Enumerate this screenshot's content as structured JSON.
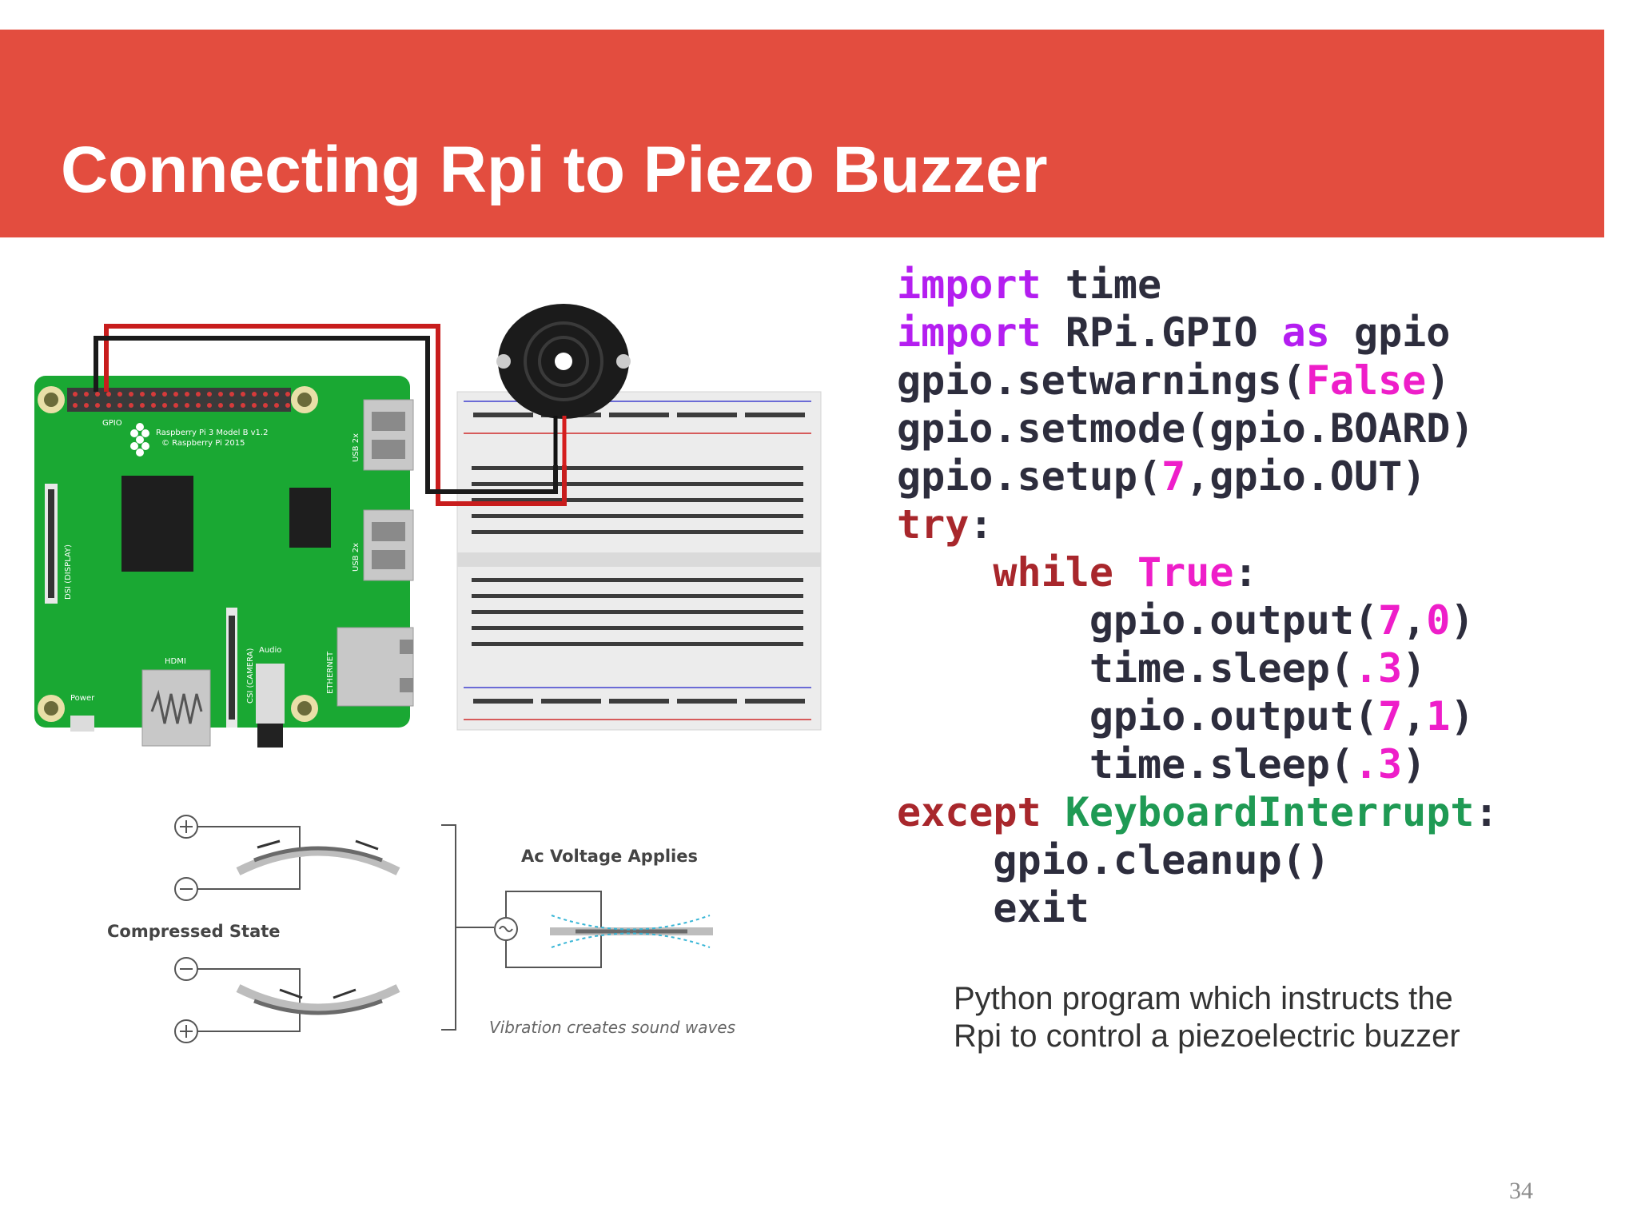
{
  "slide": {
    "title": "Connecting Rpi to Piezo Buzzer",
    "accent_color": "#e34d3f",
    "page_number": "34"
  },
  "board": {
    "model_line1": "Raspberry Pi 3 Model B v1.2",
    "model_line2": "© Raspberry Pi 2015",
    "gpio": "GPIO",
    "usb_top": "USB 2x",
    "usb_bottom": "USB 2x",
    "dsi": "DSI (DISPLAY)",
    "hdmi": "HDMI",
    "power": "Power",
    "csi": "CSI (CAMERA)",
    "audio": "Audio",
    "ethernet": "ETHERNET"
  },
  "piezo_diagram": {
    "compressed_state": "Compressed State",
    "ac_voltage": "Ac Voltage Applies",
    "vibration": "Vibration creates sound waves"
  },
  "code": {
    "lines": [
      [
        {
          "t": "import",
          "c": "kw"
        },
        {
          "t": " time",
          "c": ""
        }
      ],
      [
        {
          "t": "import",
          "c": "kw"
        },
        {
          "t": " RPi.GPIO ",
          "c": ""
        },
        {
          "t": "as",
          "c": "kw"
        },
        {
          "t": " gpio",
          "c": ""
        }
      ],
      [
        {
          "t": "gpio.setwarnings(",
          "c": ""
        },
        {
          "t": "False",
          "c": "lit"
        },
        {
          "t": ")",
          "c": ""
        }
      ],
      [
        {
          "t": "gpio.setmode(gpio.BOARD)",
          "c": ""
        }
      ],
      [
        {
          "t": "gpio.setup(",
          "c": ""
        },
        {
          "t": "7",
          "c": "lit"
        },
        {
          "t": ",gpio.OUT)",
          "c": ""
        }
      ],
      [
        {
          "t": "try",
          "c": "kw2"
        },
        {
          "t": ":",
          "c": ""
        }
      ],
      [
        {
          "t": "    ",
          "c": ""
        },
        {
          "t": "while",
          "c": "kw2"
        },
        {
          "t": " ",
          "c": ""
        },
        {
          "t": "True",
          "c": "lit"
        },
        {
          "t": ":",
          "c": ""
        }
      ],
      [
        {
          "t": "        gpio.output(",
          "c": ""
        },
        {
          "t": "7",
          "c": "lit"
        },
        {
          "t": ",",
          "c": ""
        },
        {
          "t": "0",
          "c": "lit"
        },
        {
          "t": ")",
          "c": ""
        }
      ],
      [
        {
          "t": "        time.sleep(",
          "c": ""
        },
        {
          "t": ".3",
          "c": "lit"
        },
        {
          "t": ")",
          "c": ""
        }
      ],
      [
        {
          "t": "        gpio.output(",
          "c": ""
        },
        {
          "t": "7",
          "c": "lit"
        },
        {
          "t": ",",
          "c": ""
        },
        {
          "t": "1",
          "c": "lit"
        },
        {
          "t": ")",
          "c": ""
        }
      ],
      [
        {
          "t": "        time.sleep(",
          "c": ""
        },
        {
          "t": ".3",
          "c": "lit"
        },
        {
          "t": ")",
          "c": ""
        }
      ],
      [
        {
          "t": "except",
          "c": "kw2"
        },
        {
          "t": " ",
          "c": ""
        },
        {
          "t": "KeyboardInterrupt",
          "c": "cls"
        },
        {
          "t": ":",
          "c": ""
        }
      ],
      [
        {
          "t": "    gpio.cleanup()",
          "c": ""
        }
      ],
      [
        {
          "t": "    exit",
          "c": ""
        }
      ]
    ]
  },
  "caption": {
    "line1": "Python program which  instructs the",
    "line2": "Rpi to control a piezoelectric buzzer"
  }
}
